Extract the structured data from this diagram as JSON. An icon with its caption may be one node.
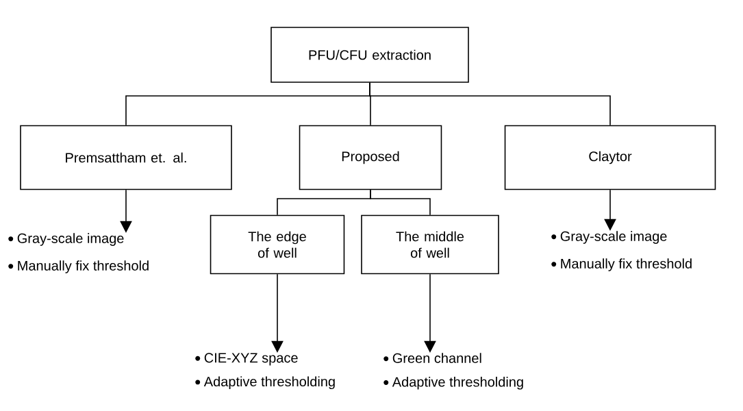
{
  "diagram": {
    "nodes": [
      {
        "text": [
          "PFU/CFU extraction"
        ]
      },
      {
        "text": [
          "Premsattham et. al."
        ]
      },
      {
        "text": [
          "Proposed"
        ]
      },
      {
        "text": [
          "Claytor"
        ]
      },
      {
        "text": [
          "The edge of well"
        ]
      },
      {
        "text": [
          "The middle of well"
        ]
      },
      {
        "text": [
          "Gray-scale image",
          "Manually fix threshold"
        ]
      },
      {
        "text": [
          "Gray-scale image",
          "Manually fix threshold"
        ]
      },
      {
        "text": [
          "CIE-XYZ space",
          "Adaptive thresholding"
        ]
      },
      {
        "text": [
          "Green channel",
          "Adaptive thresholding"
        ]
      }
    ],
    "edges": [
      {
        "from": 0,
        "to": 1,
        "arrow": "none"
      },
      {
        "from": 0,
        "to": 2,
        "arrow": "none"
      },
      {
        "from": 0,
        "to": 3,
        "arrow": "none"
      },
      {
        "from": 2,
        "to": 4,
        "arrow": "none"
      },
      {
        "from": 2,
        "to": 5,
        "arrow": "none"
      },
      {
        "from": 1,
        "to": 6,
        "arrow": "to"
      },
      {
        "from": 3,
        "to": 7,
        "arrow": "to"
      },
      {
        "from": 4,
        "to": 8,
        "arrow": "to"
      },
      {
        "from": 5,
        "to": 9,
        "arrow": "to"
      }
    ]
  }
}
